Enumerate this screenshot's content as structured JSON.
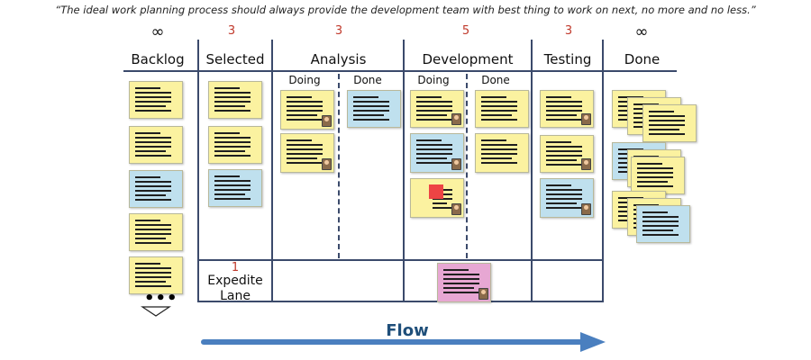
{
  "quote": "“The ideal work planning process should always provide the development team with best thing to work on next, no more and no less.”",
  "columns": [
    {
      "name": "Backlog",
      "wip": "∞"
    },
    {
      "name": "Selected",
      "wip": "3"
    },
    {
      "name": "Analysis",
      "wip": "3",
      "sub": [
        "Doing",
        "Done"
      ]
    },
    {
      "name": "Development",
      "wip": "5",
      "sub": [
        "Doing",
        "Done"
      ]
    },
    {
      "name": "Testing",
      "wip": "3"
    },
    {
      "name": "Done",
      "wip": "∞"
    }
  ],
  "expedite": {
    "limit": "1",
    "label_line1": "Expedite",
    "label_line2": "Lane"
  },
  "flow_label": "Flow",
  "backlog_more": "•••",
  "colors": {
    "yellow": "#fbf2a0",
    "blue": "#bfe0ee",
    "pink": "#e7a7d3",
    "lines": "#3b4a6b",
    "arrow": "#4a7fbf"
  }
}
